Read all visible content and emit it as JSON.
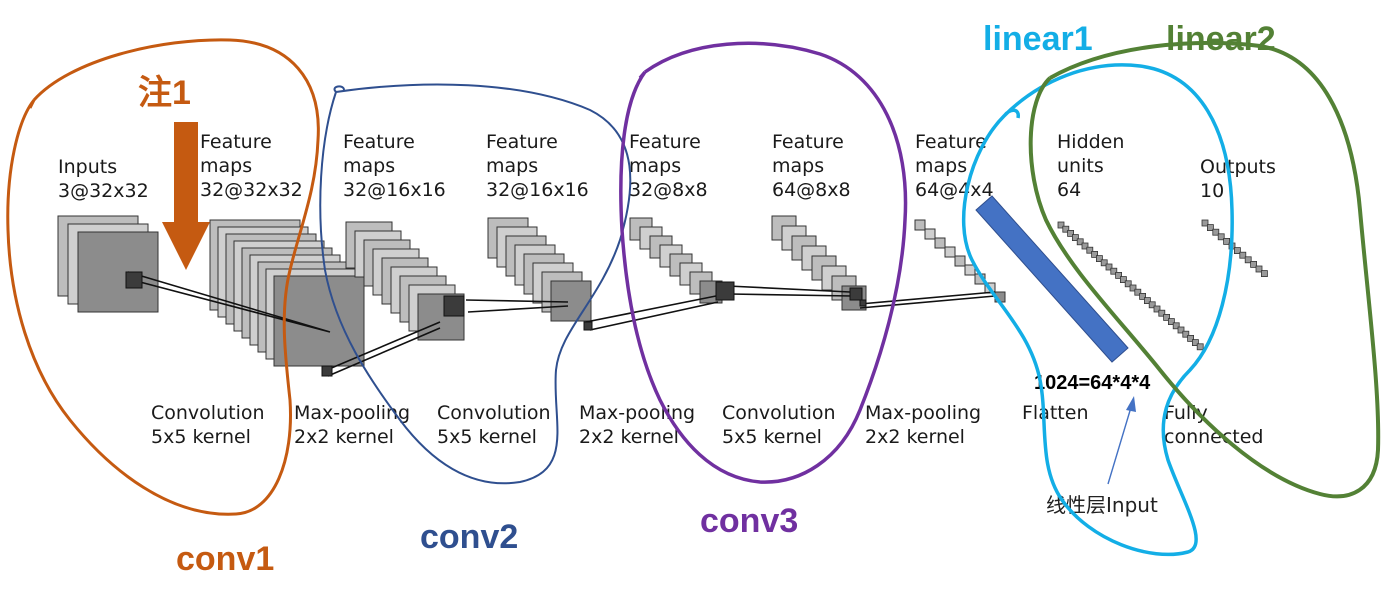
{
  "annotation": {
    "note": "注1",
    "formula": "1024=64*4*4",
    "linear_input": "线性层Input"
  },
  "groups": [
    {
      "id": "conv1",
      "label": "conv1",
      "color": "#c55a11"
    },
    {
      "id": "conv2",
      "label": "conv2",
      "color": "#2f4f8f"
    },
    {
      "id": "conv3",
      "label": "conv3",
      "color": "#7030a0"
    },
    {
      "id": "linear1",
      "label": "linear1",
      "color": "#13aee6"
    },
    {
      "id": "linear2",
      "label": "linear2",
      "color": "#538135"
    }
  ],
  "stages": [
    {
      "id": "inputs",
      "line1": "Inputs",
      "line2": "3@32x32"
    },
    {
      "id": "fmap1",
      "line1": "Feature",
      "line2": "maps",
      "line3": "32@32x32"
    },
    {
      "id": "fmap2",
      "line1": "Feature",
      "line2": "maps",
      "line3": "32@16x16"
    },
    {
      "id": "fmap3",
      "line1": "Feature",
      "line2": "maps",
      "line3": "32@16x16"
    },
    {
      "id": "fmap4",
      "line1": "Feature",
      "line2": "maps",
      "line3": "32@8x8"
    },
    {
      "id": "fmap5",
      "line1": "Feature",
      "line2": "maps",
      "line3": "64@8x8"
    },
    {
      "id": "fmap6",
      "line1": "Feature",
      "line2": "maps",
      "line3": "64@4x4"
    },
    {
      "id": "hidden",
      "line1": "Hidden",
      "line2": "units",
      "line3": "64"
    },
    {
      "id": "outputs",
      "line1": "Outputs",
      "line2": "10"
    }
  ],
  "operations": [
    {
      "line1": "Convolution",
      "line2": "5x5 kernel"
    },
    {
      "line1": "Max-pooling",
      "line2": "2x2 kernel"
    },
    {
      "line1": "Convolution",
      "line2": "5x5 kernel"
    },
    {
      "line1": "Max-pooling",
      "line2": "2x2 kernel"
    },
    {
      "line1": "Convolution",
      "line2": "5x5 kernel"
    },
    {
      "line1": "Max-pooling",
      "line2": "2x2 kernel"
    },
    {
      "line1": "Flatten"
    },
    {
      "line1": "Fully",
      "line2": "connected"
    }
  ]
}
